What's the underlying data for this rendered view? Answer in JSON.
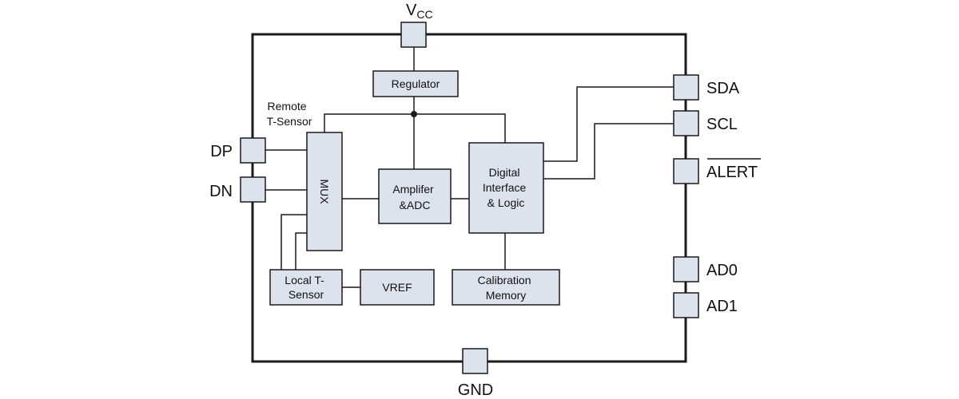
{
  "colors": {
    "block_fill": "#dde3ee",
    "line": "#1a1a1a",
    "text": "#111111"
  },
  "pins": {
    "vcc_main": "V",
    "vcc_sub": "CC",
    "gnd": "GND",
    "dp": "DP",
    "dn": "DN",
    "sda": "SDA",
    "scl": "SCL",
    "alert": "ALERT",
    "ad0": "AD0",
    "ad1": "AD1"
  },
  "blocks": {
    "regulator": "Regulator",
    "mux": "MUX",
    "amplifier": [
      "Amplifer",
      "&ADC"
    ],
    "digital": [
      "Digital",
      "Interface",
      "& Logic"
    ],
    "local_sensor": [
      "Local T-",
      "Sensor"
    ],
    "vref": "VREF",
    "calibration": [
      "Calibration",
      "Memory"
    ]
  },
  "annotations": {
    "remote_sensor": [
      "Remote",
      "T-Sensor"
    ]
  }
}
